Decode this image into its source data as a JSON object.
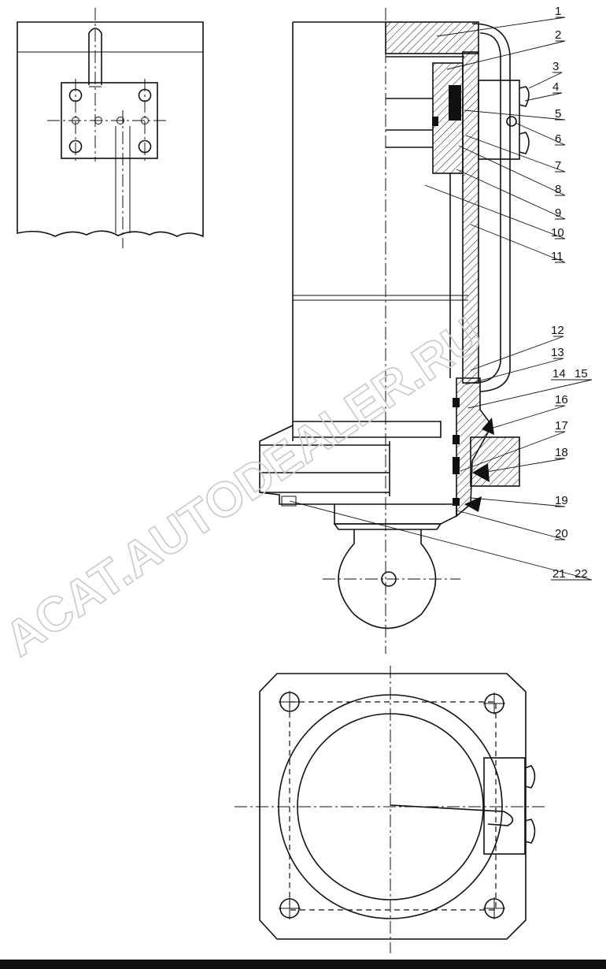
{
  "watermark": "ACAT.AUTODEALER.RU",
  "callouts": [
    "1",
    "2",
    "3",
    "4",
    "5",
    "6",
    "7",
    "8",
    "9",
    "10",
    "11",
    "12",
    "13",
    "14",
    "15",
    "16",
    "17",
    "18",
    "19",
    "20",
    "21",
    "22"
  ]
}
